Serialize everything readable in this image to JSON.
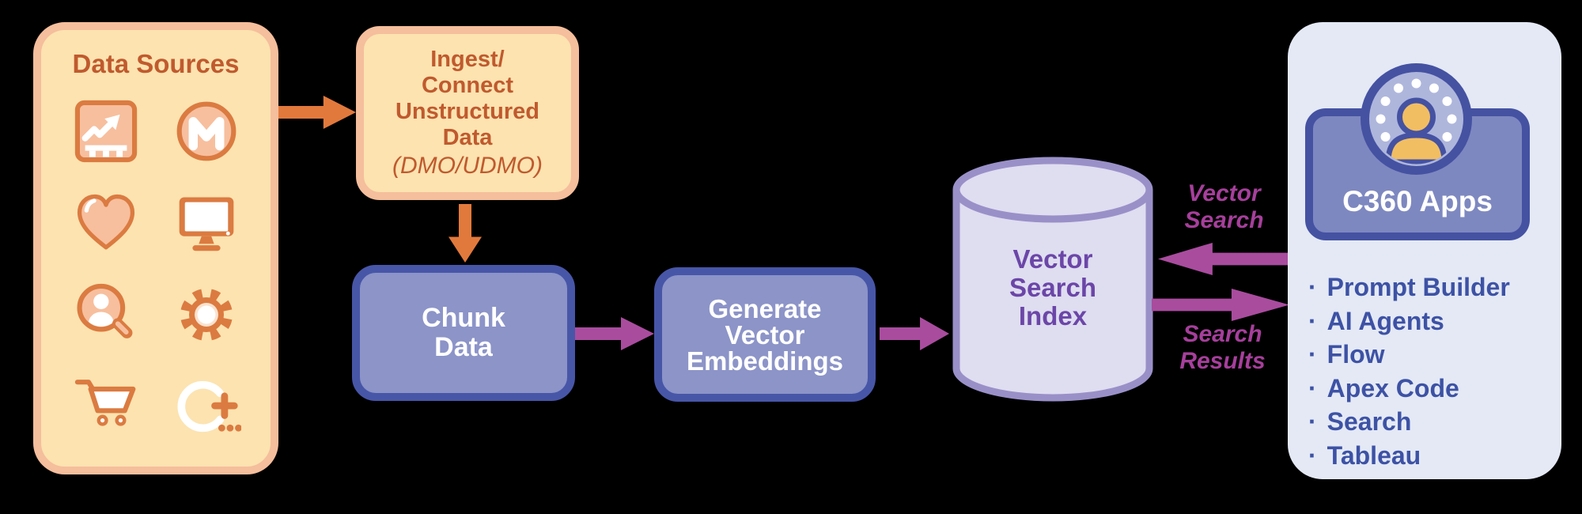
{
  "colors": {
    "background": "#000000",
    "peach_fill": "#FCE3B0",
    "peach_border": "#F5BE9C",
    "orange_icon_stroke": "#DB7B41",
    "orange_icon_fill": "#F7BF9E",
    "orange_text": "#C05A2E",
    "orange_arrow": "#E2793C",
    "indigo_fill": "#8C94C8",
    "indigo_border": "#4856A8",
    "white_text": "#FFFFFF",
    "lavender_fill": "#DFDDF0",
    "lavender_border": "#9A90C8",
    "purple_text": "#6B46A8",
    "magenta_arrow": "#A94C9E",
    "magenta_label": "#A63F9B",
    "c360_panel_fill": "#E4E9F5",
    "c360_rect_fill": "#7E88C0",
    "c360_rect_border": "#4552A2",
    "badge_ring_fill": "#AEB6DC",
    "avatar_yellow": "#F2BE62",
    "list_text": "#3D52A5"
  },
  "data_sources": {
    "title": "Data Sources",
    "icons": [
      "chart-icon",
      "mulesoft-icon",
      "heart-icon",
      "monitor-icon",
      "person-search-icon",
      "gear-icon",
      "cart-icon",
      "more-icon"
    ]
  },
  "ingest": {
    "title": "Ingest/\nConnect\nUnstructured\nData",
    "subtitle": "(DMO/UDMO)"
  },
  "chunk": {
    "label": "Chunk\nData"
  },
  "generate": {
    "label": "Generate\nVector\nEmbeddings"
  },
  "index": {
    "label": "Vector\nSearch\nIndex"
  },
  "flow_labels": {
    "vector_search": "Vector\nSearch",
    "search_results": "Search\nResults"
  },
  "c360": {
    "title": "C360 Apps",
    "bullet": "·",
    "apps": [
      "Prompt Builder",
      "AI Agents",
      "Flow",
      "Apex Code",
      "Search",
      "Tableau"
    ]
  }
}
